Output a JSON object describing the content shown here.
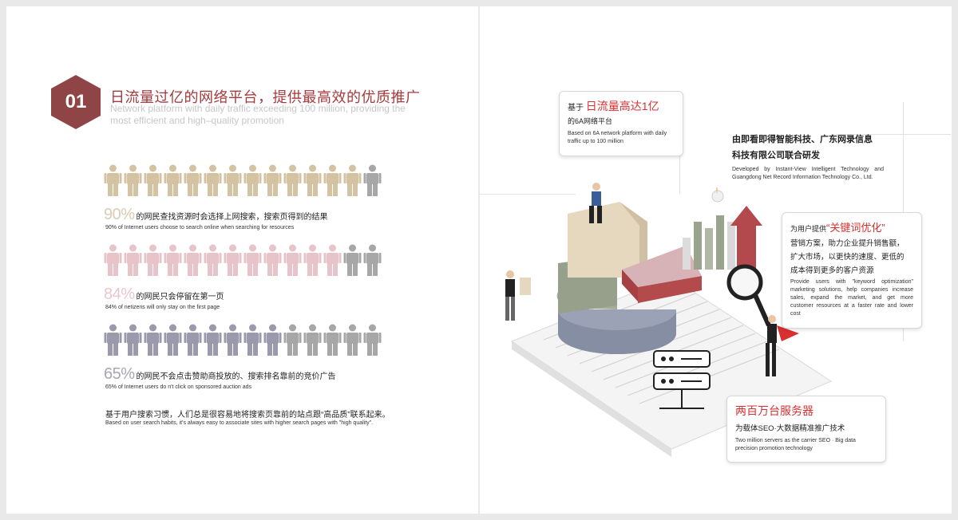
{
  "left": {
    "badge": "01",
    "title_cn": "日流量过亿的网络平台，提供最高效的优质推广",
    "title_en": "Network platform with daily traffic exceeding 100 million, providing the most efficient and high–quality promotion",
    "stats": [
      {
        "value": 0.9,
        "pct": "90%",
        "cn": "的网民查找资源时会选择上网搜索，搜索页得到的结果",
        "en": "90% of Internet users choose to search online when searching for resources",
        "color": "#d4c3a3"
      },
      {
        "value": 0.84,
        "pct": "84%",
        "cn": "的网民只会停留在第一页",
        "en": "84% of netizens will only stay on the first page",
        "color": "#e7c4c9"
      },
      {
        "value": 0.65,
        "pct": "65%",
        "cn": "的网民不会点击赞助商投放的、搜索排名靠前的竞价广告",
        "en": "65% of Internet users do n't click on sponsored auction ads",
        "color": "#9a9aac"
      }
    ],
    "gray_color": "#a7a7a7",
    "summary_cn": "基于用户搜索习惯，人们总是很容易地将搜索页靠前的站点跟“高品质”联系起来。",
    "summary_en": "Based on user search habits, it's always easy to associate sites with higher search pages with \"high quality\"."
  },
  "right": {
    "callout1": {
      "prefix": "基于",
      "highlight": "日流量高达1亿",
      "line2": "的6A网络平台",
      "en": "Based on 6A network platform with daily traffic up to 100 million"
    },
    "callout2": {
      "cn1": "由即看即得智能科技、广东网录信息",
      "cn2": "科技有限公司联合研发",
      "en": "Developed by Instant-View Intelligent Technology and Guangdong Net Record Information Technology Co., Ltd."
    },
    "callout3": {
      "prefix": "为用户提供",
      "highlight": "“关键词优化”",
      "cn1": "营销方案，助力企业提升销售额，",
      "cn2": "扩大市场，以更快的速度、更低的",
      "cn3": "成本得到更多的客户资源",
      "en": "Provide users with \"keyword optimization\" marketing solutions, help companies increase sales, expand the market, and get more customer resources at a faster rate and lower cost"
    },
    "callout4": {
      "highlight": "两百万台服务器",
      "cn": "为载体SEO·大数据精准推广技术",
      "en": "Two million servers as the carrier SEO · Big data precision promotion technology"
    },
    "colors": {
      "accent": "#d83030",
      "pie_beige": "#e6d8be",
      "pie_red": "#b34a4c",
      "pie_green": "#a5ad98",
      "pie_blue": "#9ba2b6"
    }
  }
}
